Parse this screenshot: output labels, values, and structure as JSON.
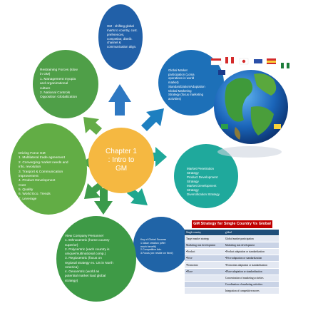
{
  "center": {
    "title": "Chapter 1\n: Intro to\nGM",
    "color": "#f5b841"
  },
  "nodes": {
    "top": {
      "text": "GM - shifting global\nmarts to country, cust.\npreferences,\ncompetitor, distrib.\nchannel &\ncommunication align.",
      "color": "#2160a8"
    },
    "upper_right": {
      "text": "Global Market\nparticipation (Loma\noperations in world\nmarket)\nStandardization/Adaptation\nGlobal Marketing\nStrategy (focus marketing\nactivities)",
      "color": "#1d70b8"
    },
    "right": {
      "text": "Market Penetration\nStrategy\nProduct Development\nStrategy\nMarket Development\nStrategy\nDiversification Strategy",
      "color": "#1fa99c"
    },
    "lower_right": {
      "text": "Key of Global Success\n1.Value creation (offer\nmuch benefit)\n2.Competitive Adv.\n3.Focus (on: reside on fixed)",
      "color": "#2064a7"
    },
    "bottom": {
      "text": "View Company Personnel\n1. Ethnocentric (home country\nsuperior)\n2. Polycentric (each country is\nunique/multinational comp.)\n3. Regiocentric (focus on\nregional strategy ex. US in North\nAmerica)\n4. Geocentric (world as\npotential market load global\nstrategy)",
      "color": "#3e9a46"
    },
    "left": {
      "text": "Driving Force GM\n1. Multilateral trade agreement\n2. Converging market needs and\ninfo. revolution\n3. Trasport & Communication\nimprovement\n4. Product Development\nCost\n5. Quality\n6. World Eco. Trends\n7. Leverage",
      "color": "#62ad45"
    },
    "upper_left": {
      "text": "Restraining Forces (slow\nin GM)\n1. Management myopia\nand organizational\nculture\n2. National Controls\nOpposition Globalization",
      "color": "#4f9f48"
    }
  },
  "table": {
    "title": "GM Strategy for Single Country Vs Global",
    "headers": [
      "Single country",
      "global"
    ],
    "rows": [
      [
        "Target market strategy",
        "Global market participation"
      ],
      [
        "Marketing mix development",
        "Marketing mix development"
      ],
      [
        "•Product",
        "•Product adaptation or standardization"
      ],
      [
        "•Price",
        "•Price adaptation or standardization"
      ],
      [
        "•Promotion",
        "•Promotion adaptation or standardization"
      ],
      [
        "•Place",
        "•Place adaptation or standardization"
      ],
      [
        "",
        "Concentration of marketing activities"
      ],
      [
        "",
        "Coordination of marketing activities"
      ],
      [
        "",
        "Integration of competitive moves"
      ]
    ]
  }
}
